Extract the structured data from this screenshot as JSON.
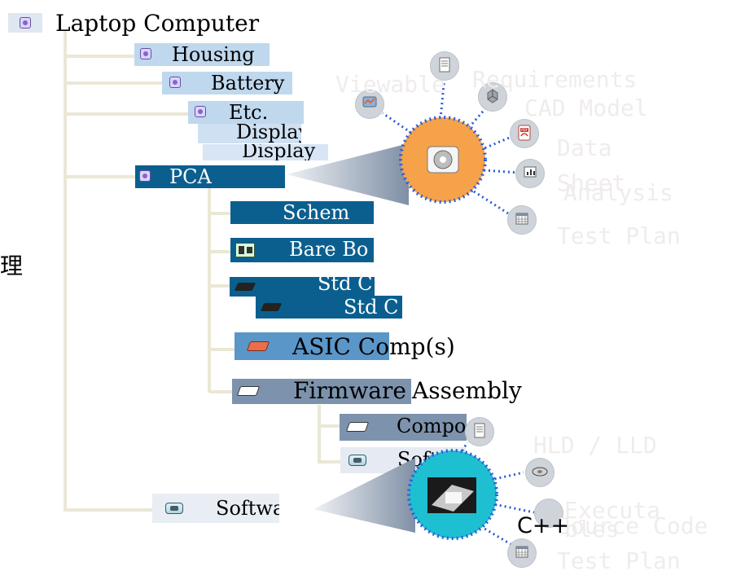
{
  "tree": {
    "root": "Laptop Computer",
    "items": {
      "housing": "Housing",
      "battery": "Battery",
      "etc": "Etc.",
      "display_top": "Display",
      "display_bottom": "Display",
      "pca": "PCA",
      "schematic": "Schem",
      "bare_board": "Bare Bo",
      "std_component_1": "Std C",
      "std_component_2": "Std C",
      "asic": "ASIC Comp(s)",
      "firmware_highlight": "Firmware",
      "firmware_tail": "Assembly",
      "component": "Compor",
      "software_nested": "Software",
      "software_root": "Software"
    }
  },
  "side": {
    "char": "理"
  },
  "top_cluster": {
    "labels": {
      "viewable": "Viewable",
      "requirements": "Requirements",
      "cad_model": "CAD Model",
      "data": "Data",
      "sheet": "Sheet",
      "analysis": "Analysis",
      "test_plan": "Test Plan"
    },
    "pdf_badge_text": "PDF",
    "hub_color": "#f5a24a",
    "dots_color": "#2c5bd6"
  },
  "bottom_cluster": {
    "labels": {
      "hld_lld": "HLD / LLD",
      "executables": "Executa bles",
      "source_code": "Source Code",
      "test_plan": "Test Plan"
    },
    "language_label": "C++",
    "hub_color": "#1ebfd1",
    "dots_color": "#2c5bd6"
  },
  "colors": {
    "line_color": "#ebe7d6",
    "dark_bar": "#0b5f8f",
    "mid_bar": "#5b96c9",
    "light_bar": "#bfd8ee",
    "pale_bar": "#dce7f4",
    "slate_bar": "#7d93ad"
  }
}
